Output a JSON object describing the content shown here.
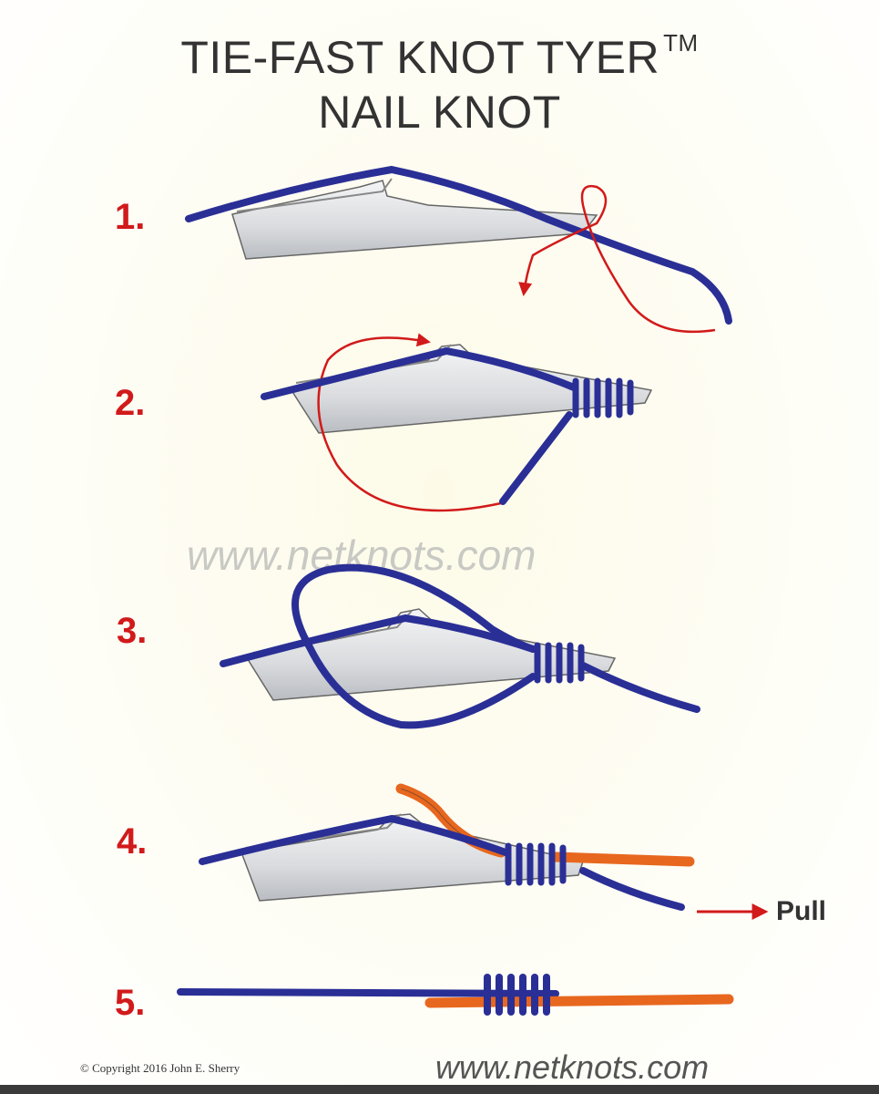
{
  "title": {
    "line1": "TIE-FAST KNOT TYER",
    "trademark": "TM",
    "line2": "NAIL KNOT"
  },
  "steps": [
    {
      "number": "1."
    },
    {
      "number": "2."
    },
    {
      "number": "3."
    },
    {
      "number": "4."
    },
    {
      "number": "5."
    }
  ],
  "watermark": "www.netknots.com",
  "pull_label": "Pull",
  "copyright": "© Copyright  2016  John E. Sherry",
  "footer_url": "www.netknots.com",
  "colors": {
    "line_blue": "#2a2f96",
    "leader_orange": "#e8671e",
    "arrow_red": "#d11a1a",
    "tool_grey": "#d8dadd"
  }
}
